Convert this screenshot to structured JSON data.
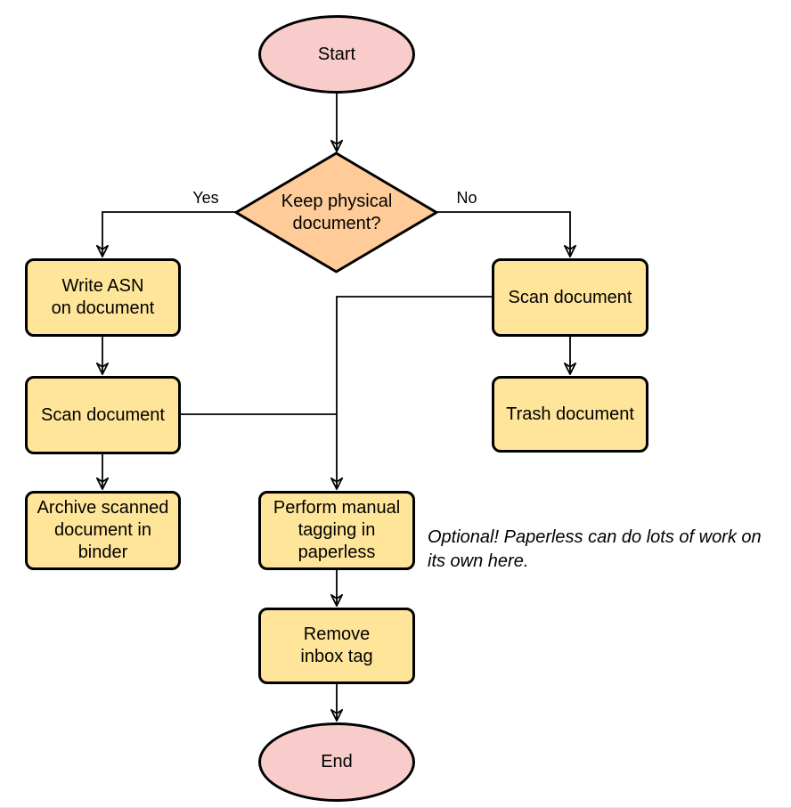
{
  "diagram": {
    "type": "flowchart",
    "nodes": {
      "start": "Start",
      "decision": "Keep physical\ndocument?",
      "write_asn": "Write ASN\non document",
      "scan_left": "Scan document",
      "archive": "Archive scanned\ndocument in\nbinder",
      "scan_right": "Scan document",
      "trash": "Trash document",
      "tagging": "Perform manual\ntagging in\npaperless",
      "remove_tag": "Remove\ninbox tag",
      "end": "End"
    },
    "edge_labels": {
      "yes": "Yes",
      "no": "No"
    },
    "annotation": "Optional! Paperless can do lots of work on\nits own here.",
    "colors": {
      "terminator_fill": "#F9CCCC",
      "decision_fill": "#FFCC99",
      "process_fill": "#FFE599",
      "stroke": "#000000"
    },
    "edges": [
      {
        "from": "start",
        "to": "decision",
        "label": ""
      },
      {
        "from": "decision",
        "to": "write_asn",
        "label": "Yes"
      },
      {
        "from": "decision",
        "to": "scan_right",
        "label": "No"
      },
      {
        "from": "write_asn",
        "to": "scan_left",
        "label": ""
      },
      {
        "from": "scan_left",
        "to": "archive",
        "label": ""
      },
      {
        "from": "scan_left",
        "to": "tagging",
        "label": ""
      },
      {
        "from": "scan_right",
        "to": "trash",
        "label": ""
      },
      {
        "from": "scan_right",
        "to": "tagging",
        "label": ""
      },
      {
        "from": "tagging",
        "to": "remove_tag",
        "label": ""
      },
      {
        "from": "remove_tag",
        "to": "end",
        "label": ""
      }
    ]
  }
}
